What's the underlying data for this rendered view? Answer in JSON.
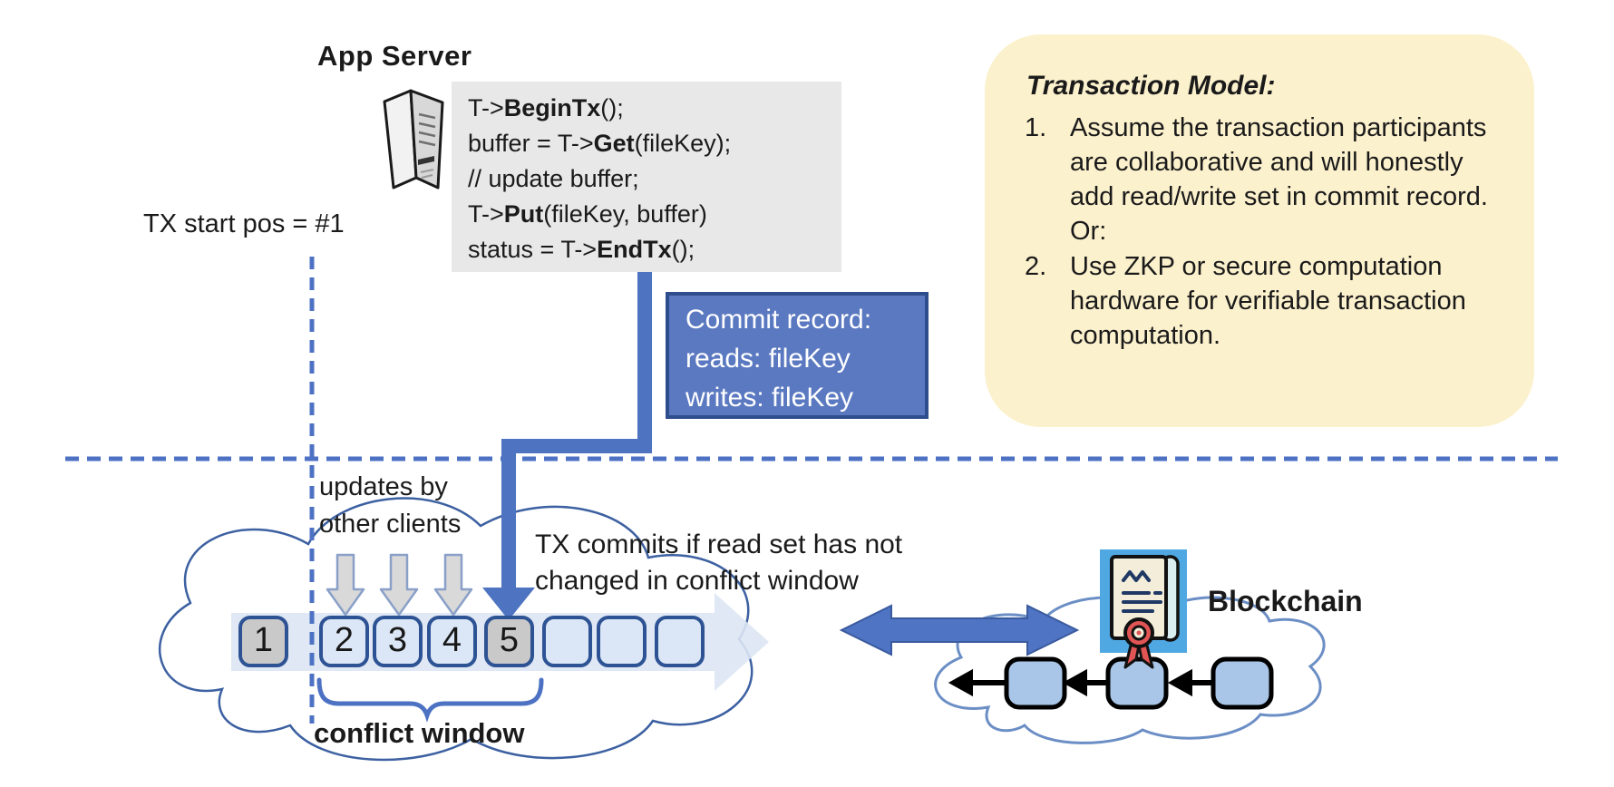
{
  "app_server": {
    "title": "App Server"
  },
  "code_block": {
    "lines": [
      {
        "pre": "T->",
        "bold": "BeginTx",
        "post": "();"
      },
      {
        "pre": "buffer = T->",
        "bold": "Get",
        "post": "(fileKey);"
      },
      {
        "pre": "// update buffer;",
        "bold": "",
        "post": ""
      },
      {
        "pre": "T->",
        "bold": "Put",
        "post": "(fileKey, buffer)"
      },
      {
        "pre": "status = T->",
        "bold": "EndTx",
        "post": "();"
      }
    ]
  },
  "tx_start": {
    "label": "TX start pos = #1"
  },
  "commit_record": {
    "lines": [
      "Commit record:",
      "reads: fileKey",
      "writes: fileKey"
    ]
  },
  "transaction_model": {
    "title": "Transaction Model:",
    "items": [
      {
        "num": "1.",
        "text": "Assume the transaction participants are collaborative and will honestly add read/write set in commit record.  Or:"
      },
      {
        "num": "2.",
        "text": "Use ZKP or secure computation hardware for verifiable transaction computation."
      }
    ]
  },
  "timeline": {
    "updates_label": [
      "updates by",
      "other clients"
    ],
    "tx_commits_label": [
      "TX commits if read set has not",
      "changed in conflict window"
    ],
    "conflict_window_label": "conflict window",
    "blocks": [
      {
        "label": "1",
        "state": "gray"
      },
      {
        "label": "2",
        "state": "light"
      },
      {
        "label": "3",
        "state": "light"
      },
      {
        "label": "4",
        "state": "light"
      },
      {
        "label": "5",
        "state": "gray"
      },
      {
        "label": "",
        "state": "light"
      },
      {
        "label": "",
        "state": "light"
      },
      {
        "label": "",
        "state": "light"
      }
    ]
  },
  "blockchain": {
    "label": "Blockchain"
  },
  "icons": {
    "server": "server-tower-icon",
    "certificate": "certificate-scroll-icon"
  },
  "colors": {
    "accent_blue": "#4e73c1",
    "commit_box_fill": "#5b79c1",
    "commit_box_border": "#2e4d8c",
    "note_yellow": "#fcf1cd",
    "code_bg": "#e9e8e8",
    "block_border": "#2e5394",
    "block_light": "#dbe7f6",
    "block_gray": "#c9c9c9",
    "cloud_stroke": "#3c60a1",
    "chain_block_fill": "#a9c6e8",
    "gray_arrow_fill": "#d9d9d9"
  }
}
